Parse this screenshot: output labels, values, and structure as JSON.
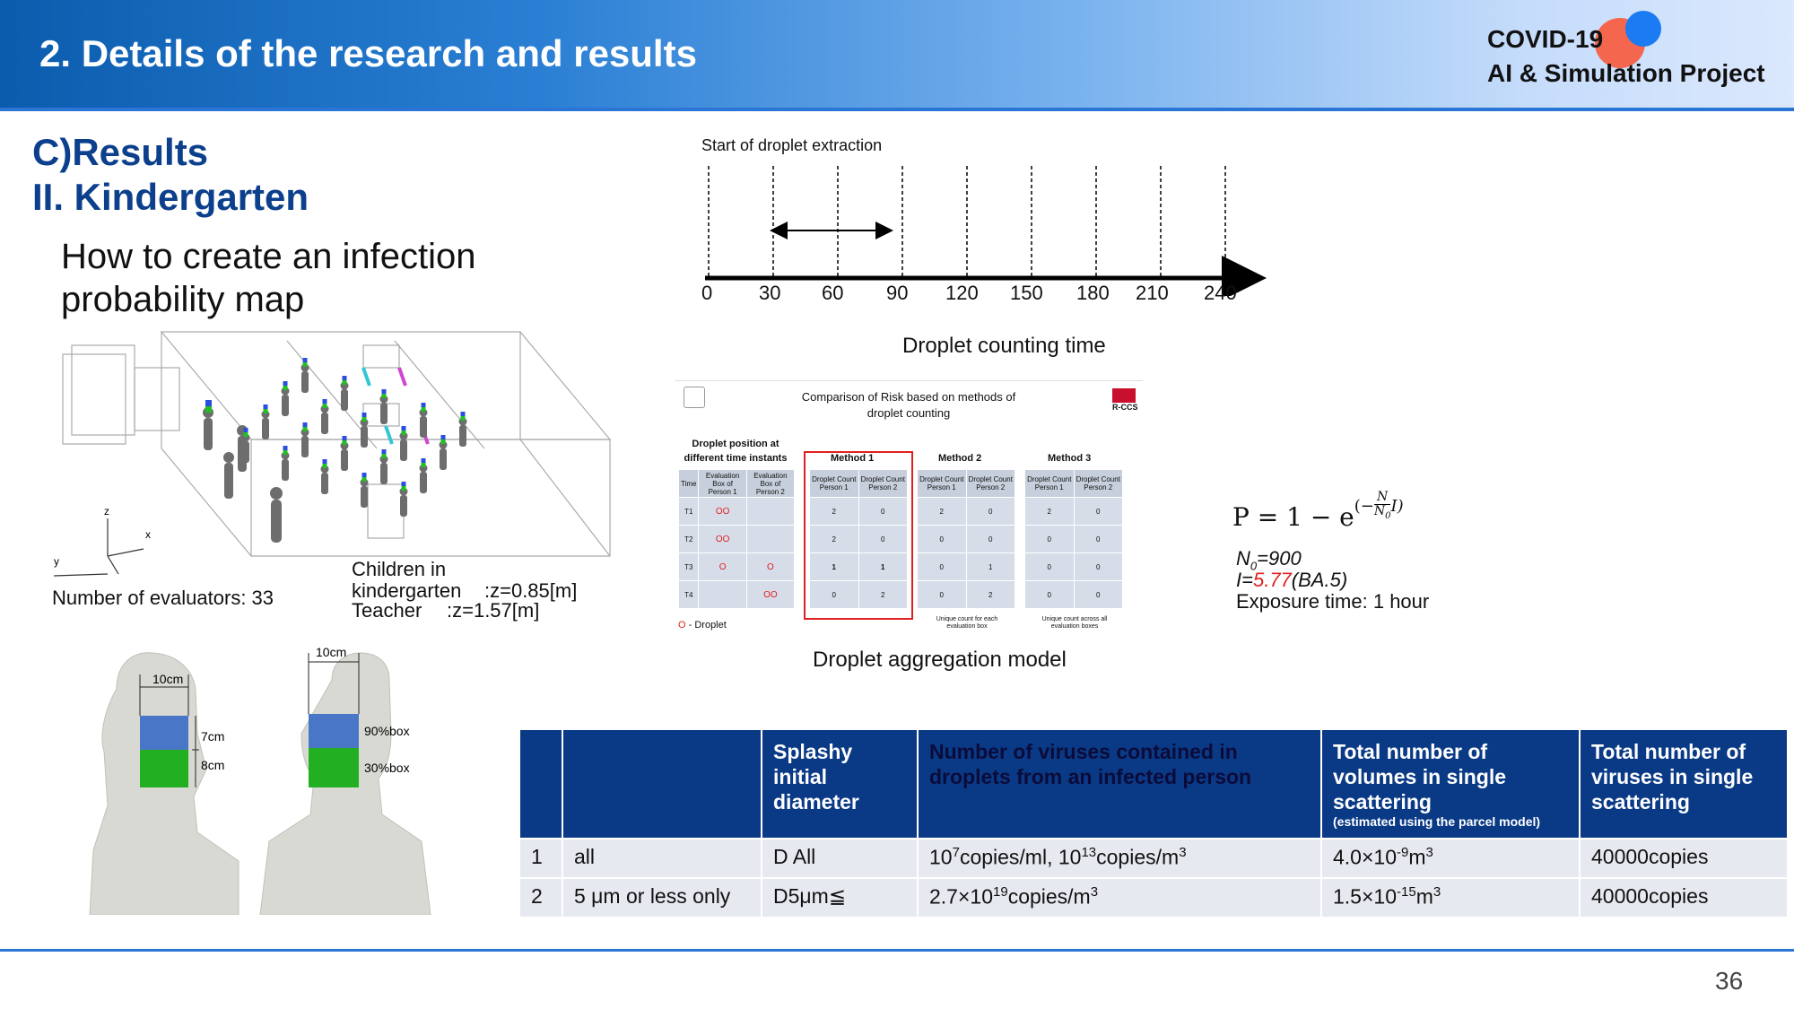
{
  "header": {
    "title": "2. Details of the research and results",
    "project_line1": "COVID-19",
    "project_line2": "AI & Simulation Project"
  },
  "section": {
    "heading1": "C)Results",
    "heading2": "II. Kindergarten",
    "howto_line1": "How to create an infection",
    "howto_line2": "probability map"
  },
  "room_figure": {
    "evaluators": "Number of evaluators: 33",
    "children_line1": "Children in",
    "children_line2": "kindergarten",
    "children_z": ":z=0.85[m]",
    "teacher": "Teacher",
    "teacher_z": ":z=1.57[m]",
    "axis_x": "x",
    "axis_y": "y",
    "axis_z": "z"
  },
  "box_figure": {
    "side_width": "10cm",
    "side_top_h": "7cm",
    "side_bottom_h": "8cm",
    "front_width": "10cm",
    "front_top": "90%box",
    "front_bottom": "30%box",
    "colors": {
      "top_box": "#4a76c8",
      "bottom_box": "#22b022"
    }
  },
  "timeline": {
    "label_top": "Start of droplet extraction",
    "ticks": [
      "0",
      "30",
      "60",
      "90",
      "120",
      "150",
      "180",
      "210",
      "240"
    ],
    "caption": "Droplet counting time"
  },
  "aggregation": {
    "title_line1": "Comparison of Risk based on methods of",
    "title_line2": "droplet counting",
    "logo_text": "R-CCS",
    "left_header1": "Droplet position at",
    "left_header2": "different time instants",
    "col_time": "Time",
    "col_eval1": "Evaluation Box of Person 1",
    "col_eval2": "Evaluation Box of Person 2",
    "col_count1": "Droplet Count Person 1",
    "col_count2": "Droplet Count Person 2",
    "method1": "Method 1",
    "method2": "Method 2",
    "method3": "Method 3",
    "rows": [
      {
        "time": "T1",
        "p1": "OO",
        "p2": "",
        "m1": [
          "2",
          "0"
        ],
        "m2": [
          "2",
          "0"
        ],
        "m3": [
          "2",
          "0"
        ]
      },
      {
        "time": "T2",
        "p1": "OO",
        "p2": "",
        "m1": [
          "2",
          "0"
        ],
        "m2": [
          "0",
          "0"
        ],
        "m3": [
          "0",
          "0"
        ]
      },
      {
        "time": "T3",
        "p1": "O",
        "p2": "O",
        "m1": [
          "1",
          "1"
        ],
        "m2": [
          "0",
          "1"
        ],
        "m3": [
          "0",
          "0"
        ]
      },
      {
        "time": "T4",
        "p1": "",
        "p2": "OO",
        "m1": [
          "0",
          "2"
        ],
        "m2": [
          "0",
          "2"
        ],
        "m3": [
          "0",
          "0"
        ]
      }
    ],
    "legend_mark": "O",
    "legend_text": " - Droplet",
    "note2": "Unique count for each evaluation box",
    "note3": "Unique count across all evaluation boxes",
    "caption": "Droplet aggregation model"
  },
  "formula": {
    "equation": "P = 1 − e",
    "exponent_prefix": "(−",
    "frac_num": "N",
    "frac_den": "N",
    "frac_den_sub": "0",
    "exponent_suffix": "I)",
    "n0_label": "N",
    "n0_sub": "0",
    "n0_value": "=900",
    "i_label": "I=",
    "i_value": "5.77",
    "i_suffix": "(BA.5)",
    "exposure": "Exposure time: 1 hour"
  },
  "results_table": {
    "headers": [
      "",
      "",
      "Splashy initial diameter",
      "Number of viruses contained in droplets from an infected person",
      "Total number of volumes in single scattering",
      "Total number of viruses in single scattering"
    ],
    "header_note": "(estimated using the parcel model)",
    "rows": [
      {
        "no": "1",
        "range": "all",
        "diam": "D All",
        "viruses_a": "10",
        "viruses_a_exp": "7",
        "viruses_b": "copies/ml, 10",
        "viruses_b_exp": "13",
        "viruses_c": "copies/m",
        "viruses_c_exp": "3",
        "vol_a": "4.0×10",
        "vol_exp": "-9",
        "vol_b": "m",
        "vol_b_exp": "3",
        "total": "40000copies"
      },
      {
        "no": "2",
        "range": "5 μm or less only",
        "diam": "D5μm≦",
        "viruses_a": "2.7×10",
        "viruses_a_exp": "19",
        "viruses_b": "copies/m",
        "viruses_b_exp": "3",
        "viruses_c": "",
        "viruses_c_exp": "",
        "vol_a": "1.5×10",
        "vol_exp": "-15",
        "vol_b": "m",
        "vol_b_exp": "3",
        "total": "40000copies"
      }
    ]
  },
  "page_number": "36"
}
